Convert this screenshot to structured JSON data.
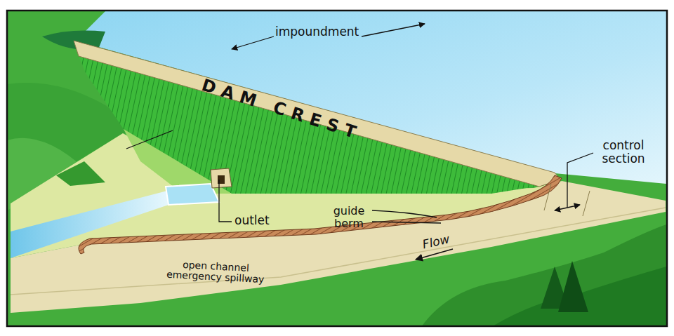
{
  "diagram": {
    "labels": [
      "impoundment",
      "DAM CREST",
      "control section",
      "outlet",
      "guide berm",
      "Flow",
      "open channel emergency spillway"
    ]
  }
}
